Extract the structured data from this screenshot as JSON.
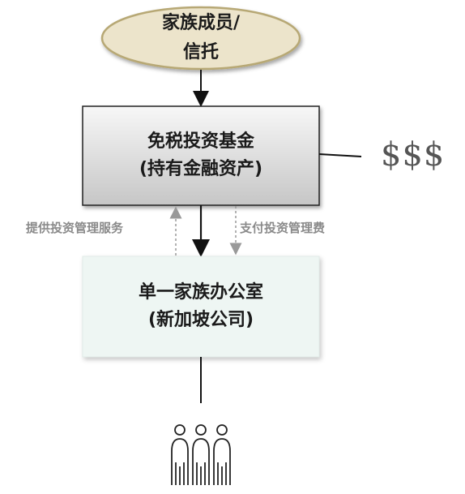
{
  "top_node": {
    "line1": "家族成员/",
    "line2": "信托"
  },
  "fund_node": {
    "line1": "免税投资基金",
    "line2": "(持有金融资产)"
  },
  "office_node": {
    "line1": "单一家族办公室",
    "line2": "(新加坡公司)"
  },
  "labels": {
    "service": "提供投资管理服务",
    "fee": "支付投资管理费"
  },
  "money_symbol": "$$$",
  "icons": {
    "money": "dollar-signs",
    "people": "people-icon"
  },
  "colors": {
    "ellipse_fill": "#ece4cb",
    "ellipse_stroke": "#b7a874",
    "fund_fill_top": "#f6f6f6",
    "fund_fill_bottom": "#c9c9c9",
    "office_fill": "#eef6f3",
    "dashed_arrow": "#999999"
  }
}
